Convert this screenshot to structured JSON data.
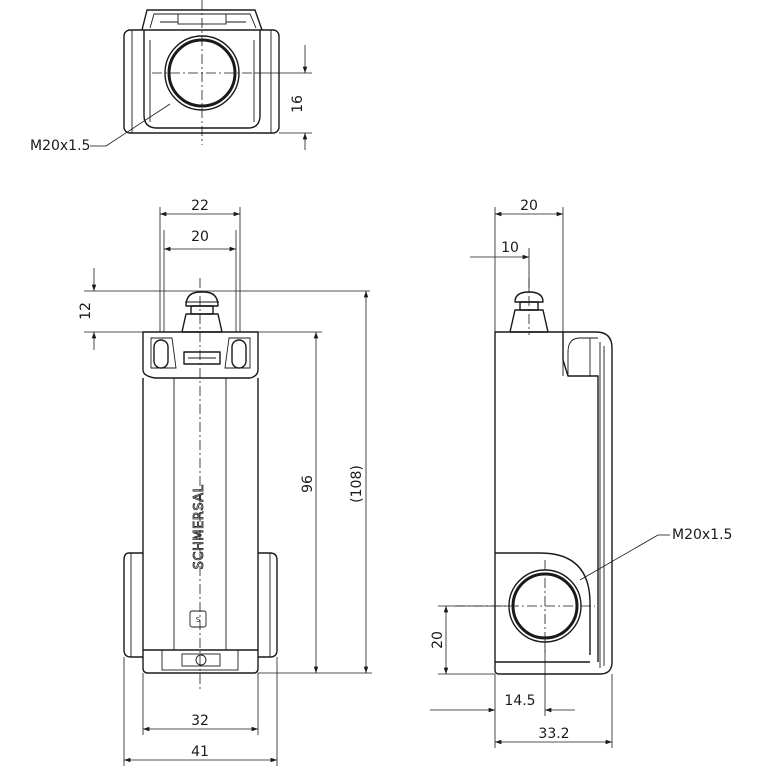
{
  "dimensions": {
    "top_thread": "M20x1.5",
    "top_height": "16",
    "front_width_outer": "22",
    "front_width_inner": "20",
    "front_plunger": "12",
    "front_height": "96",
    "front_total": "(108)",
    "front_base_inner": "32",
    "front_base_outer": "41",
    "side_width": "20",
    "side_plunger_offset": "10",
    "side_thread": "M20x1.5",
    "side_thread_height": "20",
    "side_thread_offset": "14.5",
    "side_depth": "33.2"
  },
  "branding": {
    "name": "SCHMERSAL",
    "logo_mark": "S"
  }
}
